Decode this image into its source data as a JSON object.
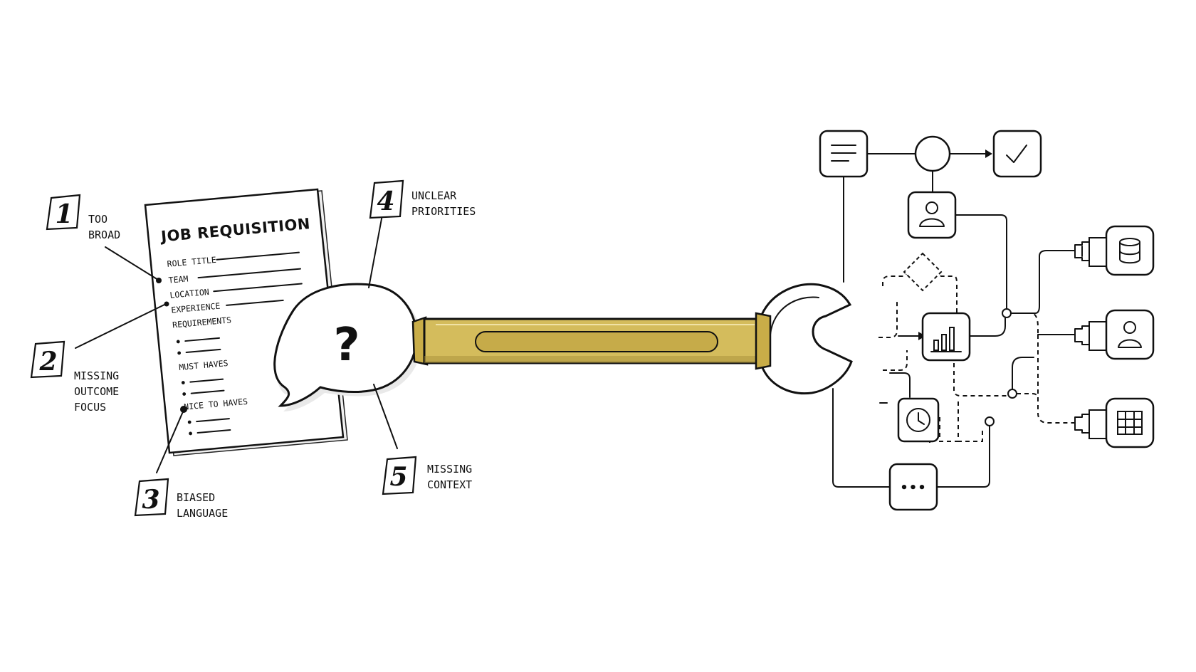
{
  "document": {
    "title": "JOB REQUISITION",
    "fields": [
      "ROLE TITLE",
      "TEAM",
      "LOCATION",
      "EXPERIENCE",
      "REQUIREMENTS"
    ],
    "sections": [
      "MUST HAVES",
      "NICE TO HAVES"
    ]
  },
  "callouts": [
    {
      "number": "1",
      "line1": "TOO",
      "line2": "BROAD",
      "line3": ""
    },
    {
      "number": "2",
      "line1": "MISSING",
      "line2": "OUTCOME",
      "line3": "FOCUS"
    },
    {
      "number": "3",
      "line1": "BIASED",
      "line2": "LANGUAGE",
      "line3": ""
    },
    {
      "number": "4",
      "line1": "UNCLEAR",
      "line2": "PRIORITIES",
      "line3": ""
    },
    {
      "number": "5",
      "line1": "MISSING",
      "line2": "CONTEXT",
      "line3": ""
    }
  ],
  "bubble": {
    "symbol": "?"
  },
  "wrench": {
    "handle_color": "#d4bc5c",
    "handle_shadow": "#a8903a"
  },
  "workflow": {
    "icons": [
      "document-icon",
      "checkmark-icon",
      "user-icon",
      "decision-diamond-icon",
      "bar-chart-icon",
      "clock-icon",
      "more-dots-icon",
      "database-icon",
      "person-icon",
      "table-grid-icon"
    ],
    "more_symbol": "•••"
  }
}
